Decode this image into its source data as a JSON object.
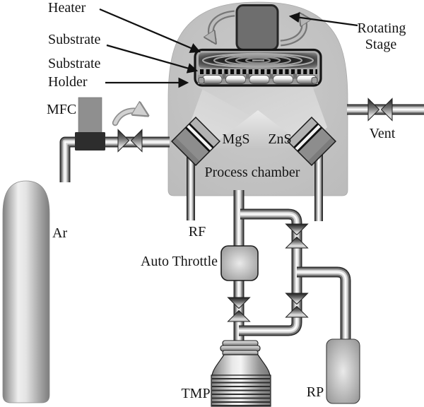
{
  "labels": {
    "heater": "Heater",
    "substrate": "Substrate",
    "substrate_holder_1": "Substrate",
    "substrate_holder_2": "Holder",
    "rotating_stage_1": "Rotating",
    "rotating_stage_2": "Stage",
    "mfc": "MFC",
    "vent": "Vent",
    "argon": "Ar",
    "target_left": "MgS",
    "target_right": "ZnS",
    "process_chamber": "Process chamber",
    "rf": "RF",
    "auto_throttle": "Auto Throttle",
    "tmp": "TMP",
    "rp": "RP"
  },
  "colors": {
    "background": "#ffffff",
    "chamber_body": "#c3c3c3",
    "plume": "#dedede",
    "stage_motor": "#6e6e6e",
    "heater_coil_dark": "#101010",
    "pipe_highlight": "#fafafa",
    "pipe_shadow": "#2e2e2e",
    "text": "#151515"
  }
}
